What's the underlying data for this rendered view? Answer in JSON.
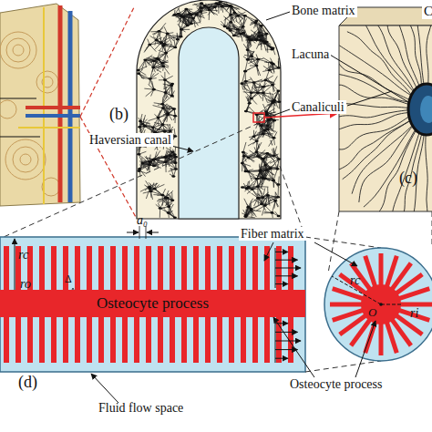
{
  "diagram": {
    "nodes": [
      {
        "text": [
          "Osteocyte process"
        ]
      }
    ],
    "labels": [
      "(b)",
      "Haversian canal",
      "Bone matrix",
      "C",
      "Lacuna",
      "Canaliculi",
      "(c)",
      "a₀",
      "rc",
      "ro",
      "Δ",
      "Fiber matrix",
      "(d)",
      "Fluid flow space",
      "Osteocyte process",
      "rc",
      "O",
      "ri"
    ]
  }
}
